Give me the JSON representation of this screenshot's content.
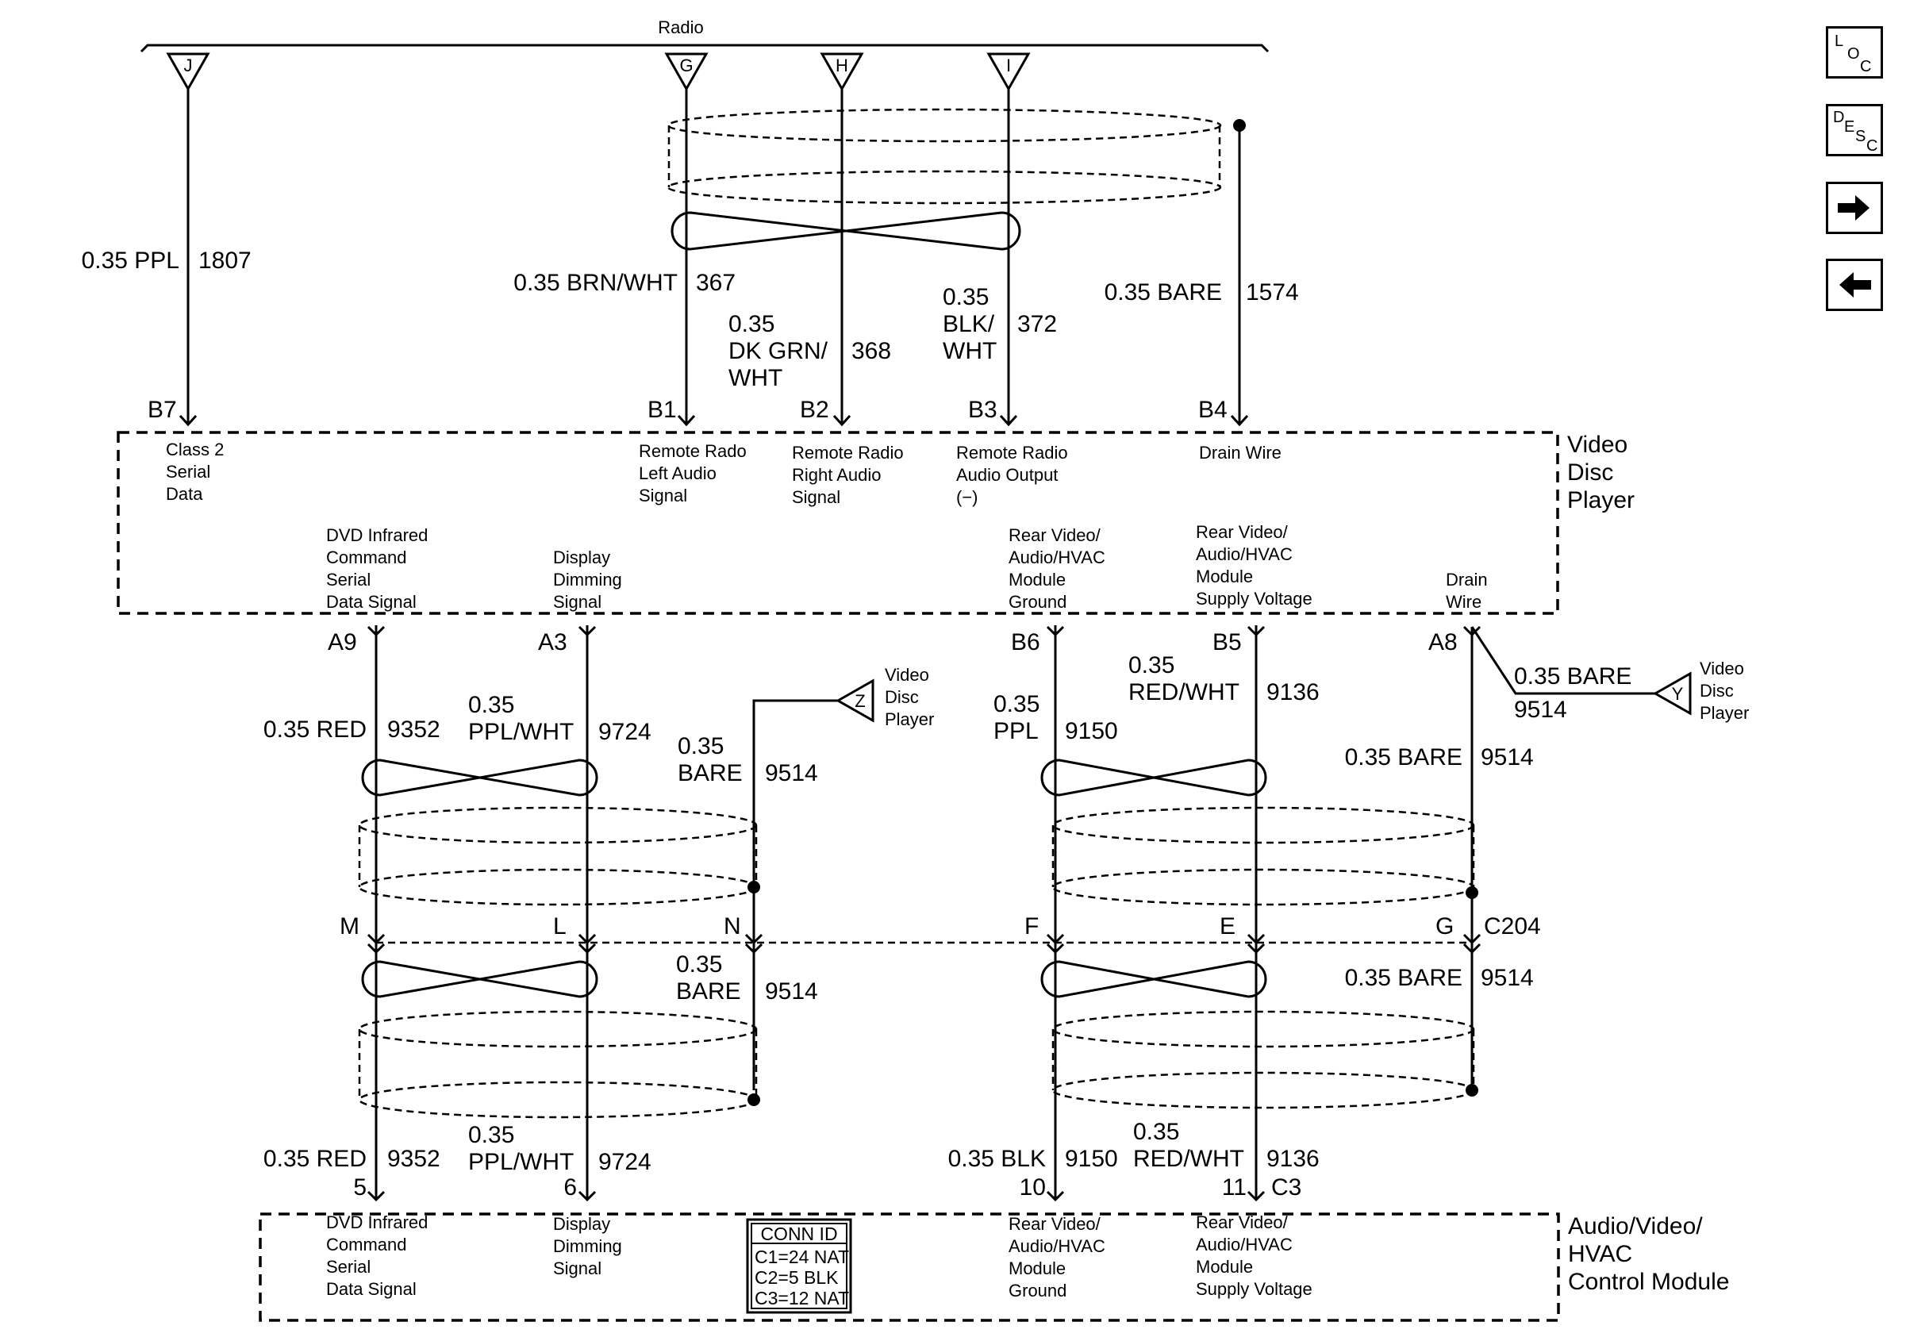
{
  "radio": {
    "label": "Radio"
  },
  "terminals_top": [
    "J",
    "G",
    "H",
    "I"
  ],
  "wires_top": [
    {
      "gauge_color": "0.35 PPL",
      "circuit": "1807",
      "pin": "B7"
    },
    {
      "gauge_color": "0.35 BRN/WHT",
      "circuit": "367",
      "pin": "B1"
    },
    {
      "gauge_color": [
        "0.35",
        "DK GRN/",
        "WHT"
      ],
      "circuit": "368",
      "pin": "B2"
    },
    {
      "gauge_color": [
        "0.35",
        "BLK/",
        "WHT"
      ],
      "circuit": "372",
      "pin": "B3"
    },
    {
      "gauge_color": "0.35 BARE",
      "circuit": "1574",
      "pin": "B4"
    }
  ],
  "video_disc_player": {
    "name": [
      "Video",
      "Disc",
      "Player"
    ],
    "top_pins": [
      [
        "Class 2",
        "Serial",
        "Data"
      ],
      [
        "Remote Rado",
        "Left Audio",
        "Signal"
      ],
      [
        "Remote Radio",
        "Right Audio",
        "Signal"
      ],
      [
        "Remote Radio",
        "Audio Output",
        "(−)"
      ],
      [
        "Drain Wire"
      ]
    ],
    "bottom_pins": [
      [
        "DVD Infrared",
        "Command",
        "Serial",
        "Data Signal"
      ],
      [
        "Display",
        "Dimming",
        "Signal"
      ],
      [
        "Rear Video/",
        "Audio/HVAC",
        "Module",
        "Ground"
      ],
      [
        "Rear Video/",
        "Audio/HVAC",
        "Module",
        "Supply Voltage"
      ],
      [
        "Drain",
        "Wire"
      ]
    ]
  },
  "pins_mid": [
    "A9",
    "A3",
    "B6",
    "B5",
    "A8"
  ],
  "wires_mid": {
    "w1": {
      "gauge_color": "0.35 RED",
      "circuit": "9352"
    },
    "w2": {
      "gauge_color": [
        "0.35",
        "PPL/WHT"
      ],
      "circuit": "9724"
    },
    "w3": {
      "gauge_color": [
        "0.35",
        "BARE"
      ],
      "circuit": "9514"
    },
    "w4": {
      "gauge_color": [
        "0.35",
        "PPL"
      ],
      "circuit": "9150"
    },
    "w5": {
      "gauge_color": [
        "0.35",
        "RED/WHT"
      ],
      "circuit": "9136"
    },
    "w6": {
      "gauge_color": "0.35 BARE",
      "circuit": "9514"
    },
    "w7": {
      "gauge_color": "0.35 BARE",
      "circuit": "9514"
    }
  },
  "splice_refs": {
    "z": {
      "letter": "Z",
      "label": [
        "Video",
        "Disc",
        "Player"
      ]
    },
    "y": {
      "letter": "Y",
      "label": [
        "Video",
        "Disc",
        "Player"
      ]
    }
  },
  "connector_c204": {
    "name": "C204",
    "pins": [
      "M",
      "L",
      "N",
      "F",
      "E",
      "G"
    ]
  },
  "wires_low": {
    "w3": {
      "gauge_color": [
        "0.35",
        "BARE"
      ],
      "circuit": "9514"
    },
    "w6": {
      "gauge_color": "0.35 BARE",
      "circuit": "9514"
    }
  },
  "wires_bottom": {
    "w1": {
      "gauge_color": "0.35 RED",
      "circuit": "9352",
      "pin": "5"
    },
    "w2": {
      "gauge_color": [
        "0.35",
        "PPL/WHT"
      ],
      "circuit": "9724",
      "pin": "6"
    },
    "w4": {
      "gauge_color": "0.35 BLK",
      "circuit": "9150",
      "pin": "10"
    },
    "w5": {
      "gauge_color": [
        "0.35",
        "RED/WHT"
      ],
      "circuit": "9136",
      "pin": "11"
    },
    "connector": "C3"
  },
  "control_module": {
    "name": [
      "Audio/Video/",
      "HVAC",
      "Control Module"
    ],
    "pins": [
      [
        "DVD Infrared",
        "Command",
        "Serial",
        "Data Signal"
      ],
      [
        "Display",
        "Dimming",
        "Signal"
      ],
      [
        "Rear Video/",
        "Audio/HVAC",
        "Module",
        "Ground"
      ],
      [
        "Rear Video/",
        "Audio/HVAC",
        "Module",
        "Supply Voltage"
      ]
    ]
  },
  "conn_id": {
    "title": "CONN ID",
    "rows": [
      "C1=24 NAT",
      "C2=5 BLK",
      "C3=12 NAT"
    ]
  },
  "nav": {
    "loc": {
      "chars": [
        "L",
        "O",
        "C"
      ]
    },
    "desc": {
      "chars": [
        "D",
        "E",
        "S",
        "C"
      ]
    },
    "next": {
      "icon": "arrow-right-icon"
    },
    "prev": {
      "icon": "arrow-left-icon"
    }
  }
}
